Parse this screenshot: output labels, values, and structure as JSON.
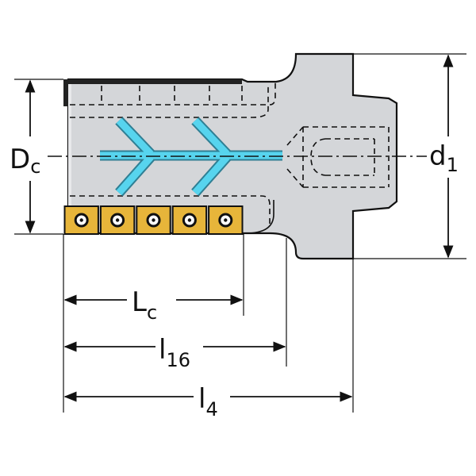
{
  "diagram": {
    "labels": {
      "dc_main": "D",
      "dc_sub": "c",
      "d1_main": "d",
      "d1_sub": "1",
      "lc_main": "L",
      "lc_sub": "c",
      "l16_main": "l",
      "l16_sub": "16",
      "l4_main": "l",
      "l4_sub": "4"
    },
    "colors": {
      "body_fill": "#d4d6d9",
      "outline": "#111111",
      "coolant": "#57d4ee",
      "insert_fill": "#e7b53a",
      "background": "#ffffff"
    },
    "inserts": {
      "count": 5
    }
  }
}
